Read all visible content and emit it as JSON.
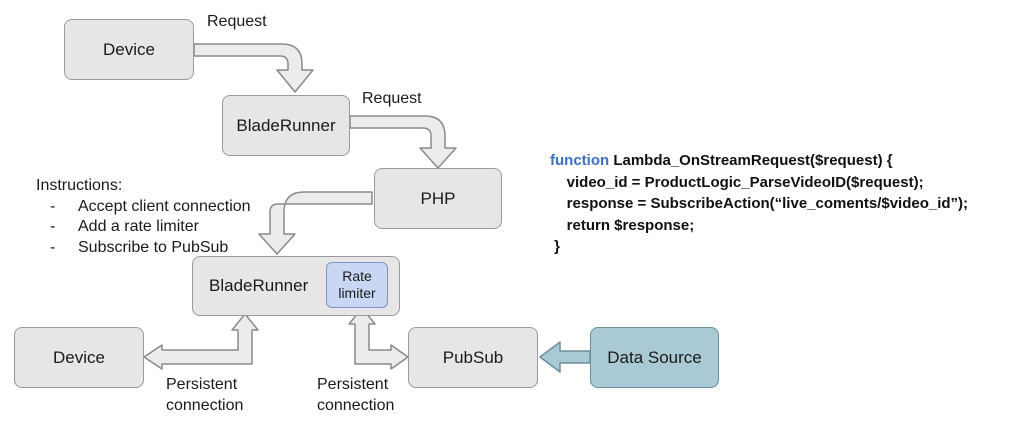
{
  "nodes": {
    "device_top": "Device",
    "bladerunner_top": "BladeRunner",
    "php": "PHP",
    "bladerunner_main": "BladeRunner",
    "rate_limiter": "Rate\nlimiter",
    "device_bottom": "Device",
    "pubsub": "PubSub",
    "data_source": "Data Source"
  },
  "edge_labels": {
    "request_1": "Request",
    "request_2": "Request",
    "persistent_1": "Persistent\nconnection",
    "persistent_2": "Persistent\nconnection"
  },
  "instructions": {
    "title": "Instructions:",
    "items": [
      "Accept client connection",
      "Add a rate limiter",
      "Subscribe to PubSub"
    ]
  },
  "code": {
    "keyword": "function",
    "line1_rest": " Lambda_OnStreamRequest($request) {",
    "line2": "    video_id = ProductLogic_ParseVideoID($request);",
    "line3": "    response = SubscribeAction(“live_coments/$video_id”);",
    "line4": "    return $response;",
    "line5": " }"
  },
  "colors": {
    "box_fill": "#e6e6e6",
    "data_source_fill": "#a9cad5",
    "rate_limiter_fill": "#c9d7f4",
    "keyword": "#3d6fc4"
  }
}
